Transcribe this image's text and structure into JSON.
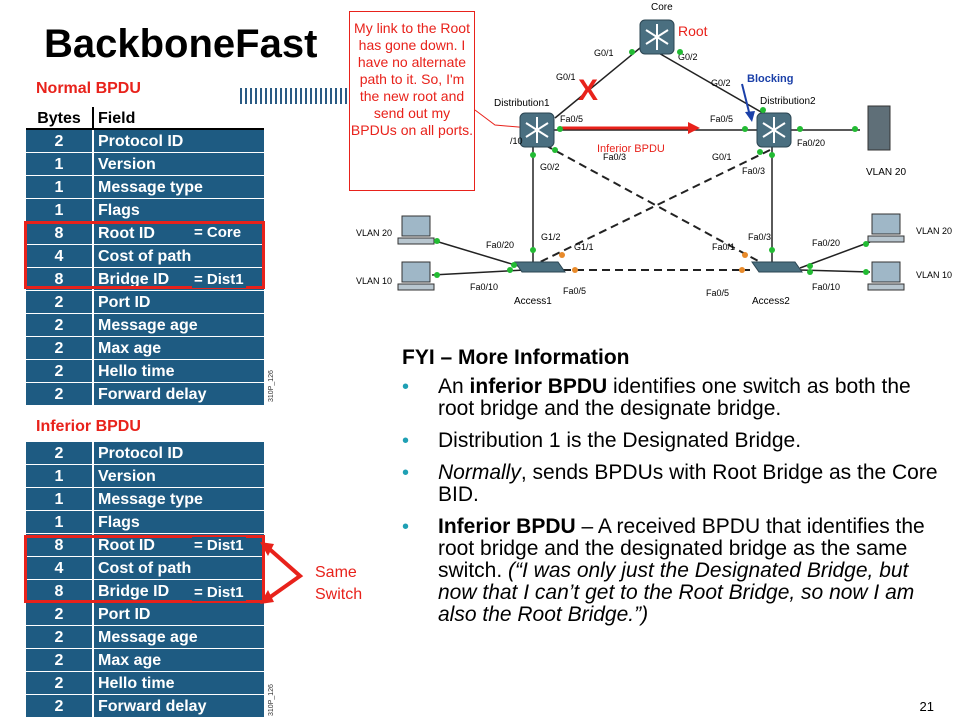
{
  "title": "BackboneFast",
  "normal_bpdu": {
    "label": "Normal BPDU",
    "header": {
      "bytes": "Bytes",
      "field": "Field"
    },
    "rows": [
      {
        "bytes": "2",
        "field": "Protocol ID"
      },
      {
        "bytes": "1",
        "field": "Version"
      },
      {
        "bytes": "1",
        "field": "Message type"
      },
      {
        "bytes": "1",
        "field": "Flags"
      },
      {
        "bytes": "8",
        "field": "Root ID"
      },
      {
        "bytes": "4",
        "field": "Cost of path"
      },
      {
        "bytes": "8",
        "field": "Bridge ID"
      },
      {
        "bytes": "2",
        "field": "Port ID"
      },
      {
        "bytes": "2",
        "field": "Message age"
      },
      {
        "bytes": "2",
        "field": "Max age"
      },
      {
        "bytes": "2",
        "field": "Hello time"
      },
      {
        "bytes": "2",
        "field": "Forward delay"
      }
    ],
    "root_note": "= Core",
    "bridge_note": "= Dist1",
    "side_id": "310P_126"
  },
  "inferior_bpdu": {
    "label": "Inferior BPDU",
    "rows": [
      {
        "bytes": "2",
        "field": "Protocol ID"
      },
      {
        "bytes": "1",
        "field": "Version"
      },
      {
        "bytes": "1",
        "field": "Message type"
      },
      {
        "bytes": "1",
        "field": "Flags"
      },
      {
        "bytes": "8",
        "field": "Root ID"
      },
      {
        "bytes": "4",
        "field": "Cost of path"
      },
      {
        "bytes": "8",
        "field": "Bridge ID"
      },
      {
        "bytes": "2",
        "field": "Port ID"
      },
      {
        "bytes": "2",
        "field": "Message age"
      },
      {
        "bytes": "2",
        "field": "Max age"
      },
      {
        "bytes": "2",
        "field": "Hello time"
      },
      {
        "bytes": "2",
        "field": "Forward delay"
      }
    ],
    "root_note": "= Dist1",
    "bridge_note": "= Dist1",
    "side_id": "310P_126"
  },
  "same_switch": [
    "Same",
    "Switch"
  ],
  "callout": "My link to the Root has gone down. I have no alternate path to it. So, I'm the new root and send out my BPDUs on all ports.",
  "topology": {
    "core": "Core",
    "root": "Root",
    "blocking": "Blocking",
    "inferior_bpdu": "Inferior BPDU",
    "fail_mark": "X",
    "dist1": "Distribution1",
    "dist2": "Distribution2",
    "access1": "Access1",
    "access2": "Access2",
    "vlan20": "VLAN 20",
    "vlan10": "VLAN 10",
    "ports": {
      "core_g01": "G0/1",
      "core_g02": "G0/2",
      "d1_g01": "G0/1",
      "d1_fa05": "Fa0/5",
      "d1_g02": "G0/2",
      "d1_f10": "/10",
      "d2_g02": "G0/2",
      "d2_fa05": "Fa0/5",
      "d2_g01": "G0/1",
      "d2_fa020": "Fa0/20",
      "d2_fa03": "Fa0/3",
      "d2_fa03b": "Fa0/3",
      "a1_g12": "G1/2",
      "a1_g11": "G1/1",
      "a1_fa020": "Fa0/20",
      "a1_fa010": "Fa0/10",
      "a1_fa05": "Fa0/5",
      "a2_fa01": "Fa0/1",
      "a2_fa03": "Fa0/3",
      "a2_fa020": "Fa0/20",
      "a2_fa010": "Fa0/10",
      "a2_fa05": "Fa0/5"
    }
  },
  "fyi": {
    "heading": "FYI – More Information",
    "bullets": [
      {
        "segments": [
          {
            "t": "An ",
            "s": "n"
          },
          {
            "t": "inferior BPDU",
            "s": "b"
          },
          {
            "t": " identifies one switch as both the root bridge and the designate bridge.",
            "s": "n"
          }
        ]
      },
      {
        "segments": [
          {
            "t": "Distribution 1 is the Designated Bridge.",
            "s": "n"
          }
        ]
      },
      {
        "segments": [
          {
            "t": "Normally",
            "s": "i"
          },
          {
            "t": ", sends BPDUs with Root Bridge as the Core BID.",
            "s": "n"
          }
        ]
      },
      {
        "segments": [
          {
            "t": "Inferior BPDU",
            "s": "b"
          },
          {
            "t": " – A received BPDU that identifies the root bridge and the designated bridge as the same switch.  ",
            "s": "n"
          },
          {
            "t": "(“I was only just the Designated Bridge, but now that I can’t get to the Root Bridge, so now I am also the Root Bridge.”)",
            "s": "i"
          }
        ]
      }
    ]
  },
  "page_number": "21",
  "colors": {
    "accent_red": "#e8221b",
    "table_blue": "#1e5b82",
    "bullet_teal": "#1fa0b4"
  }
}
